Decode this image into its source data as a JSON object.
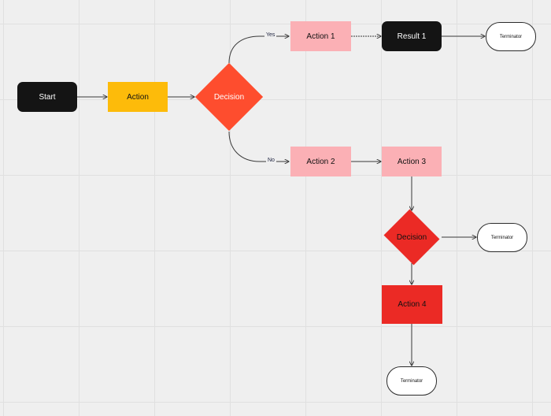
{
  "flowchart": {
    "start": "Start",
    "action": "Action",
    "decision_1": "Decision",
    "action_1": "Action 1",
    "result_1": "Result 1",
    "terminator_1": "Terminator",
    "action_2": "Action 2",
    "action_3": "Action 3",
    "decision_2": "Decision",
    "terminator_2": "Terminator",
    "action_4": "Action 4",
    "terminator_3": "Terminator",
    "edge_yes": "Yes",
    "edge_no": "No"
  },
  "colors": {
    "start": "#141414",
    "action": "#fdbb0a",
    "decision_1": "#fe4d2e",
    "action_pink": "#fbb0b5",
    "result_1": "#141414",
    "decision_2": "#eb2a25",
    "action_4": "#eb2a25",
    "connector": "#3a3a3a"
  }
}
